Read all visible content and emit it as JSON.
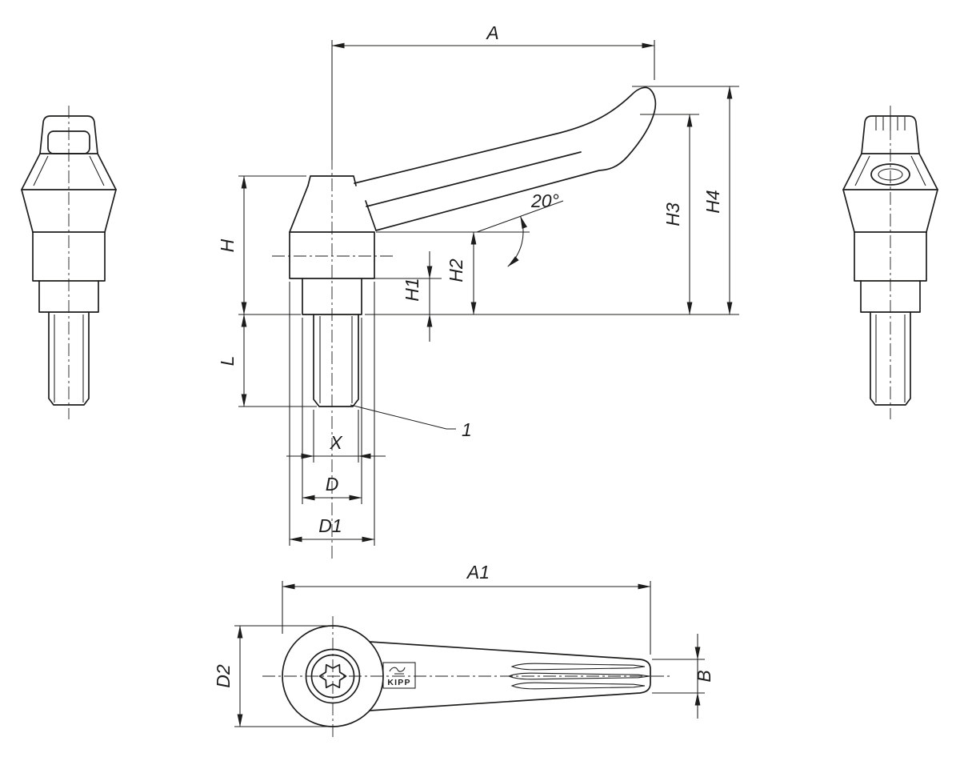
{
  "drawing": {
    "background_color": "#ffffff",
    "line_color": "#1d1d1b"
  },
  "dims": {
    "A": "A",
    "H": "H",
    "H1": "H1",
    "H2": "H2",
    "H3": "H3",
    "H4": "H4",
    "L": "L",
    "X": "X",
    "D": "D",
    "D1": "D1",
    "A1": "A1",
    "D2": "D2",
    "B": "B",
    "angle": "20°",
    "item_callout": "1"
  },
  "logo": {
    "text": "KIPP"
  }
}
